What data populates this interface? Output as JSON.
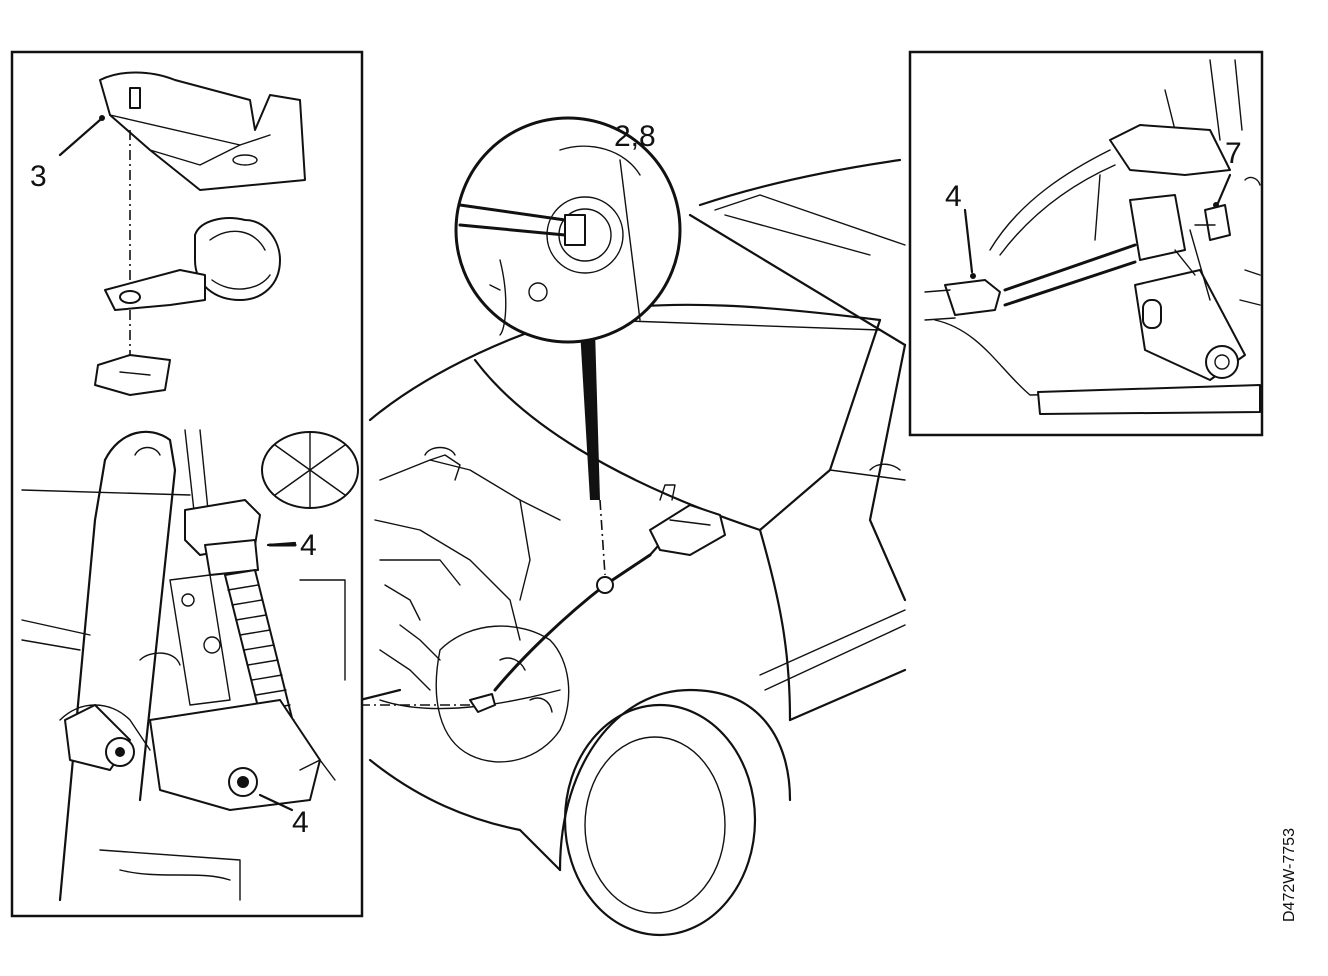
{
  "callouts": {
    "bracket": "3",
    "grommet": "2,8",
    "adjuster_upper": "4",
    "adjuster_lower": "4",
    "right_adjuster": "4",
    "right_clip": "7"
  },
  "reference_code": "D472W-7753",
  "colors": {
    "ink": "#111111",
    "paper": "#ffffff"
  }
}
